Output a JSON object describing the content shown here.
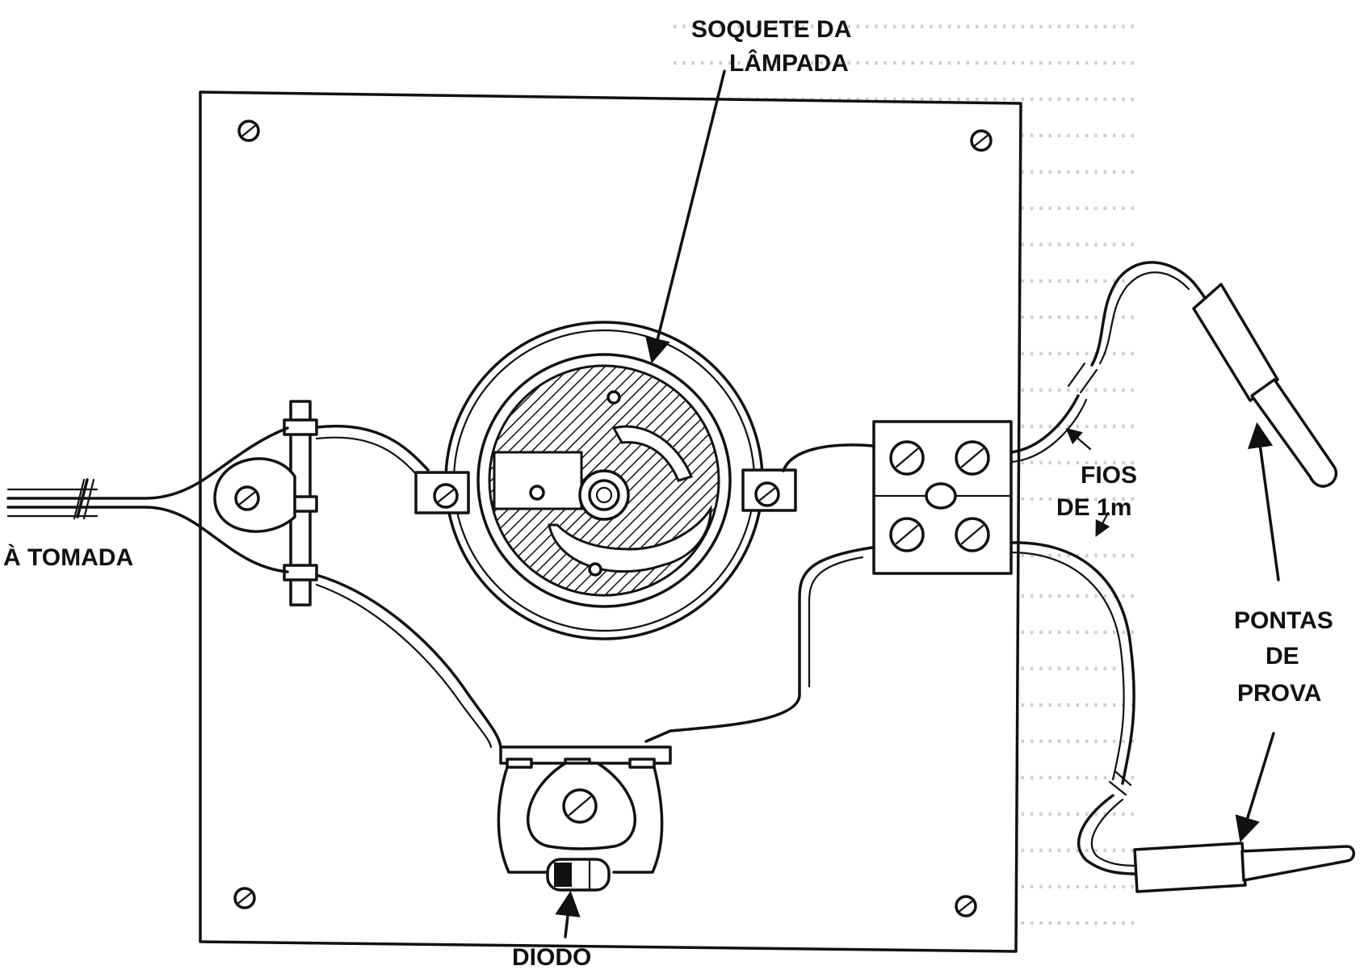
{
  "labels": {
    "lamp_socket_line1": "SOQUETE DA",
    "lamp_socket_line2": "LÂMPADA",
    "to_outlet": "À TOMADA",
    "wires_line1": "FIOS",
    "wires_line2": "DE 1m",
    "probes_line1": "PONTAS",
    "probes_line2": "DE",
    "probes_line3": "PROVA",
    "diode": "DIODO"
  },
  "colors": {
    "ink": "#111111",
    "paper": "#ffffff",
    "bleed_text": "#cfcfcf"
  },
  "icons": [
    "screw-icon",
    "arrow-icon",
    "wire-break-icon",
    "diode-icon"
  ]
}
